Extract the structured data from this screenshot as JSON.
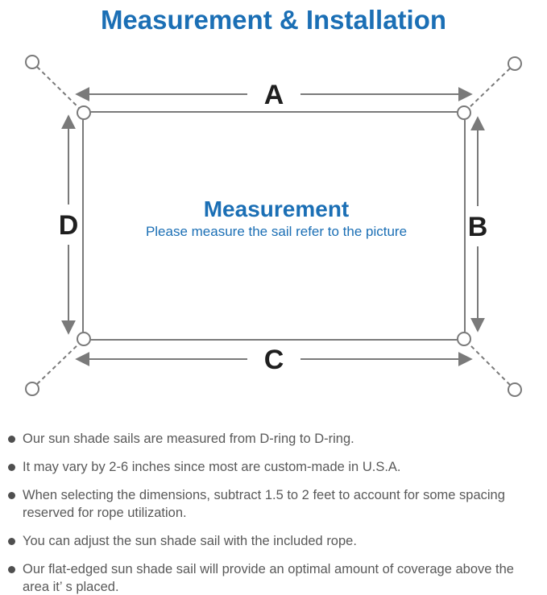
{
  "title": "Measurement & Installation",
  "colors": {
    "title_blue": "#1b6fb5",
    "diagram_line_gray": "#7a7a7a",
    "label_black": "#1f1f1f",
    "note_text_gray": "#595959"
  },
  "diagram": {
    "side_labels": {
      "top": "A",
      "right": "B",
      "bottom": "C",
      "left": "D"
    },
    "center_title": "Measurement",
    "center_subtitle": "Please measure the sail refer to the picture"
  },
  "notes": {
    "items": [
      "Our sun shade sails are measured from D-ring to D-ring.",
      "It may vary by 2-6 inches since most are custom-made in U.S.A.",
      "When selecting the dimensions, subtract 1.5 to 2 feet to account for some spacing reserved for rope utilization.",
      "You can adjust the sun shade sail with the included rope.",
      "Our flat-edged sun shade sail will provide an optimal amount of coverage above the area it’ s placed."
    ]
  }
}
